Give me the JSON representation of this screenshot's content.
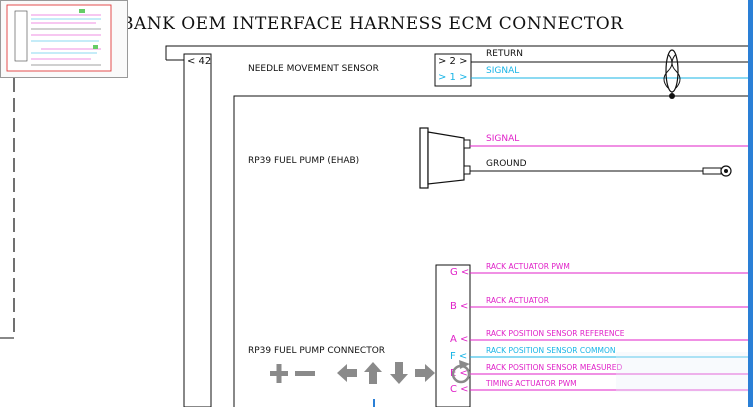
{
  "title": "BANK OEM INTERFACE HARNESS ECM CONNECTOR",
  "connector": {
    "label": "< 42"
  },
  "components": {
    "needle_sensor": "NEEDLE MOVEMENT SENSOR",
    "fuel_pump_ehab": "RP39 FUEL PUMP (EHAB)",
    "fuel_pump_connector": "RP39 FUEL PUMP CONNECTOR"
  },
  "pins_top": [
    {
      "pin": "> 2 >",
      "signal": "RETURN"
    },
    {
      "pin": "> 1 >",
      "signal": "SIGNAL"
    }
  ],
  "ehab_wires": [
    {
      "signal": "SIGNAL"
    },
    {
      "signal": "GROUND"
    }
  ],
  "pump_pins": [
    {
      "pin": "G <",
      "signal": "RACK ACTUATOR PWM"
    },
    {
      "pin": "B <",
      "signal": "RACK ACTUATOR"
    },
    {
      "pin": "A <",
      "signal": "RACK POSITION SENSOR REFERENCE"
    },
    {
      "pin": "F <",
      "signal": "RACK POSITION SENSOR COMMON"
    },
    {
      "pin": "E <",
      "signal": "RACK POSITION SENSOR MEASURED"
    },
    {
      "pin": "C <",
      "signal": "TIMING ACTUATOR PWM"
    }
  ],
  "colors": {
    "magenta": "#e020c8",
    "cyan": "#18b4e6",
    "black": "#111111",
    "nav_gray": "#8a8a8a",
    "scroll_blue": "#2a7fd6"
  },
  "nav": {
    "zoom_in": "plus-icon",
    "zoom_out": "minus-icon",
    "pan_left": "arrow-left-icon",
    "pan_up": "arrow-up-icon",
    "pan_down": "arrow-down-icon",
    "pan_right": "arrow-right-icon",
    "reset": "rotate-icon"
  }
}
